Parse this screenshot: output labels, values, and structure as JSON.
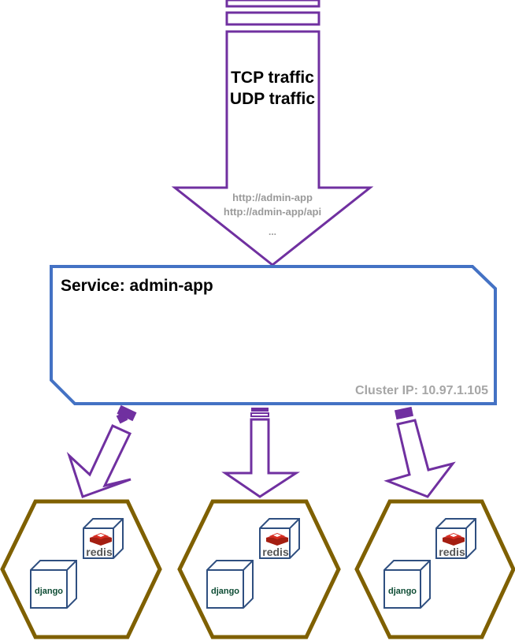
{
  "traffic": {
    "line1": "TCP traffic",
    "line2": "UDP traffic"
  },
  "requests": {
    "url1": "http://admin-app",
    "url2": "http://admin-app/api",
    "more": "..."
  },
  "service": {
    "title": "Service: admin-app",
    "cluster_ip": "Cluster IP: 10.97.1.105"
  },
  "pods": [
    {
      "redis_label": "redis",
      "django_label": "django"
    },
    {
      "redis_label": "redis",
      "django_label": "django"
    },
    {
      "redis_label": "redis",
      "django_label": "django"
    }
  ],
  "colors": {
    "arrow": "#7030A0",
    "service_border": "#4472C4",
    "pod_border": "#7F6000",
    "container_border": "#2F4F80",
    "redis_red": "#C6302B",
    "django_green": "#0C4B33",
    "url_gray": "#9a9a9a"
  }
}
